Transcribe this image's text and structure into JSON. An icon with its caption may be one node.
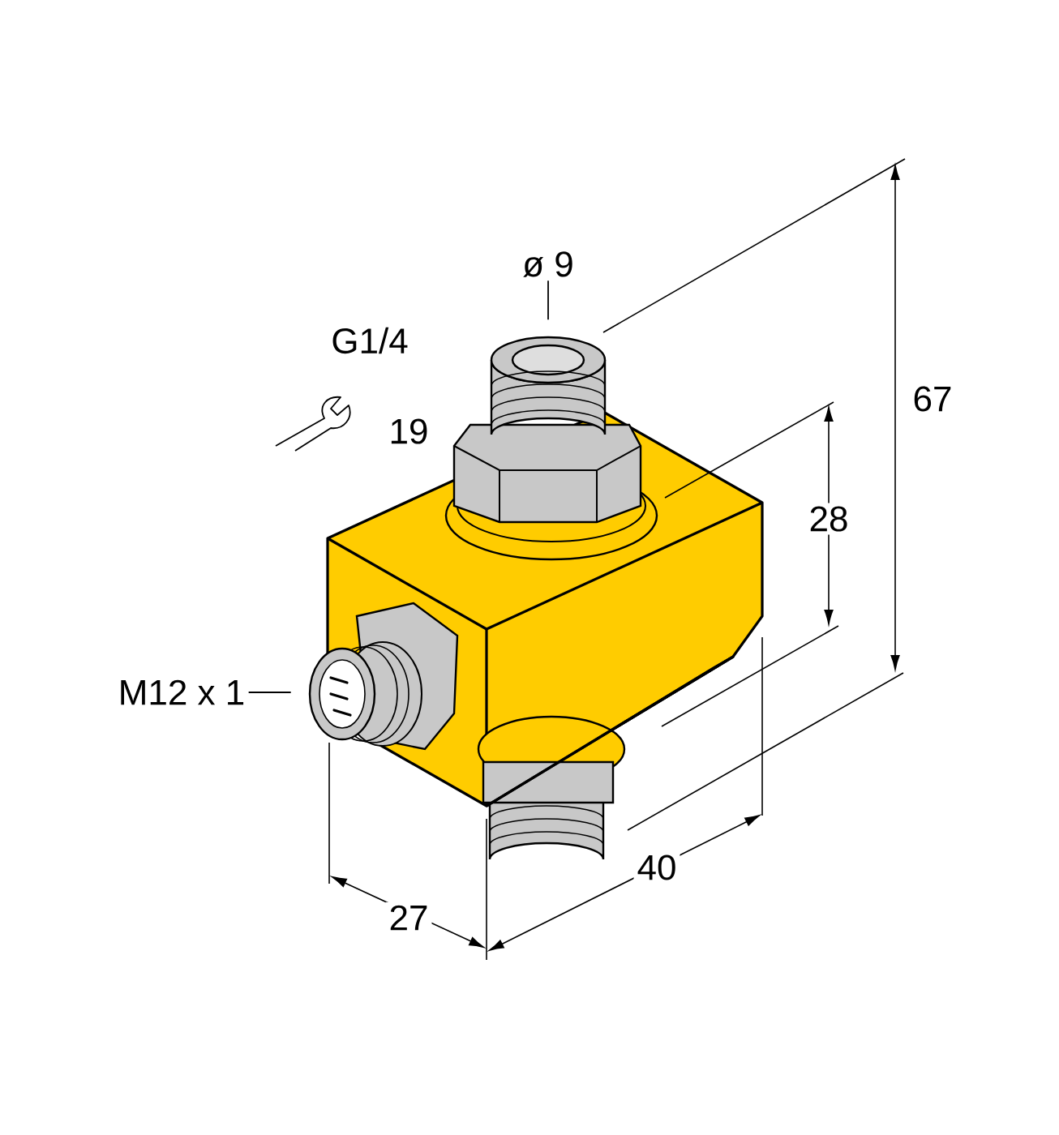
{
  "diagram": {
    "nodes": [
      {
        "text": [
          "ø 9"
        ]
      },
      {
        "text": [
          "M12 x 1"
        ]
      }
    ],
    "edges": [
      {
        "from": 0,
        "to": null,
        "arrow": "none"
      },
      {
        "from": 1,
        "to": null,
        "arrow": "none"
      }
    ],
    "labels": [
      "G1/4",
      "19",
      "67",
      "28",
      "40",
      "27"
    ]
  }
}
